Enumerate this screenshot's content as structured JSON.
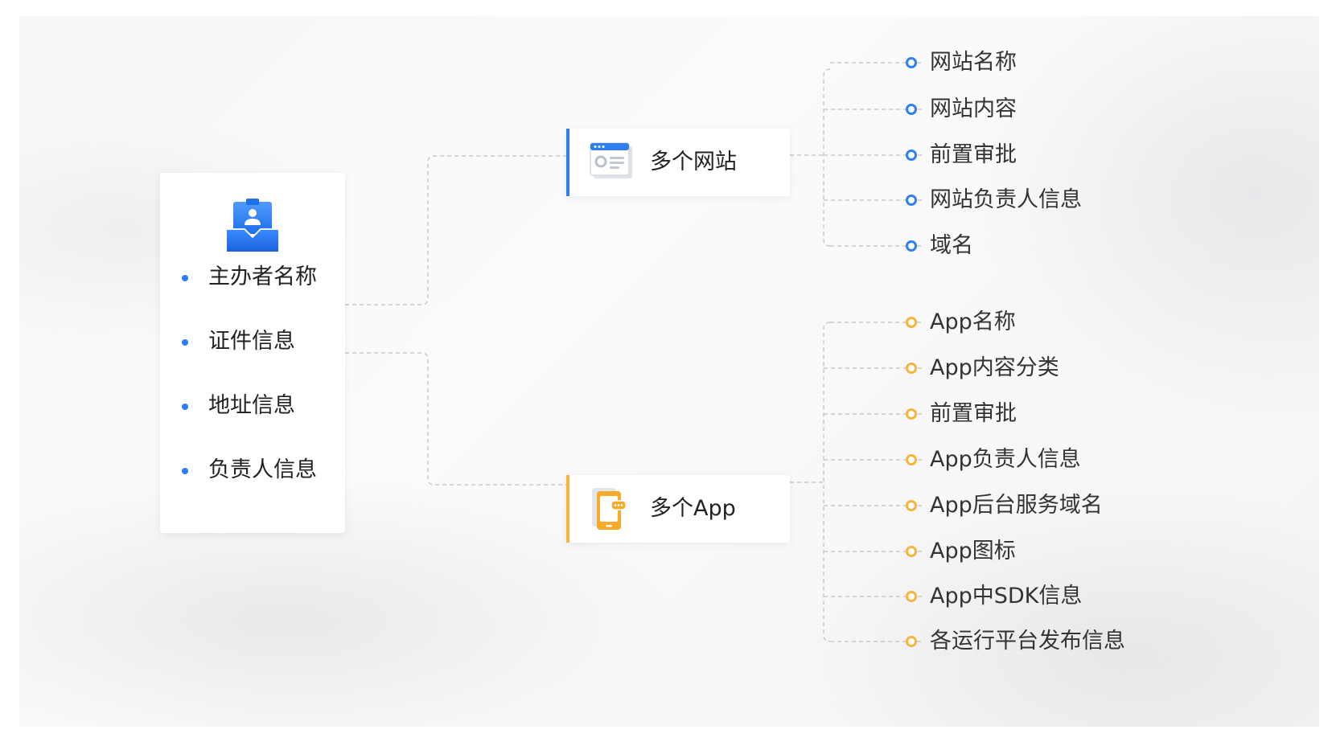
{
  "organizer": {
    "icon": "id-card-tray-icon",
    "items": [
      {
        "label": "主办者名称"
      },
      {
        "label": "证件信息"
      },
      {
        "label": "地址信息"
      },
      {
        "label": "负责人信息"
      }
    ]
  },
  "branches": {
    "website": {
      "title": "多个网站",
      "icon": "browser-window-icon",
      "accent": "#2f7ff0",
      "items": [
        {
          "label": "网站名称"
        },
        {
          "label": "网站内容"
        },
        {
          "label": "前置审批"
        },
        {
          "label": "网站负责人信息"
        },
        {
          "label": "域名"
        }
      ]
    },
    "app": {
      "title": "多个App",
      "icon": "mobile-app-icon",
      "accent": "#f6b43c",
      "items": [
        {
          "label": "App名称"
        },
        {
          "label": "App内容分类"
        },
        {
          "label": "前置审批"
        },
        {
          "label": "App负责人信息"
        },
        {
          "label": "App后台服务域名"
        },
        {
          "label": "App图标"
        },
        {
          "label": "App中SDK信息"
        },
        {
          "label": "各运行平台发布信息"
        }
      ]
    }
  }
}
